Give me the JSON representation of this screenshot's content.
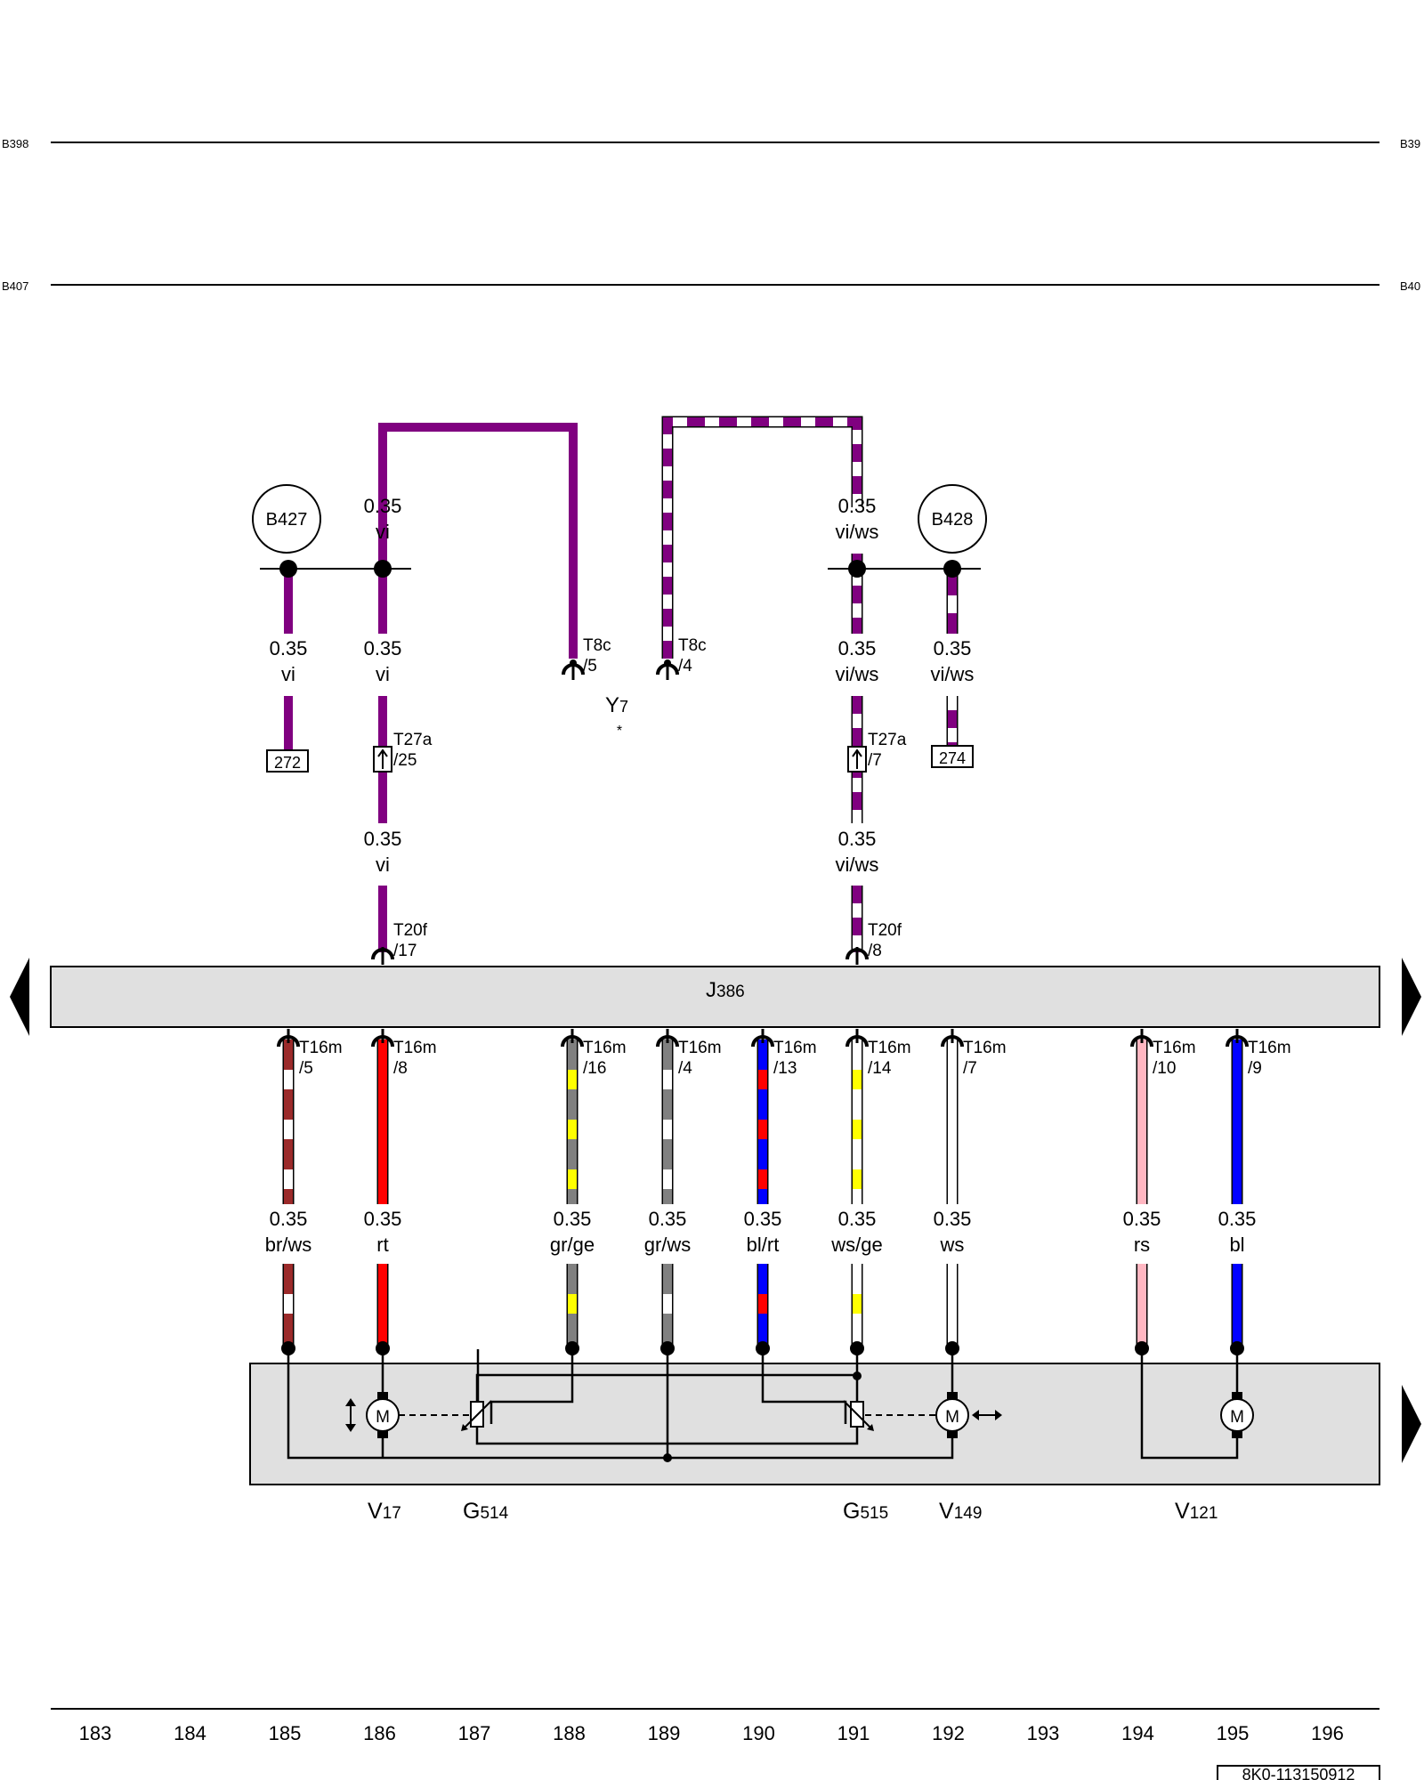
{
  "page": {
    "doc_code": "8K0-113150912",
    "current_paths": [
      "183",
      "184",
      "185",
      "186",
      "187",
      "188",
      "189",
      "190",
      "191",
      "192",
      "193",
      "194",
      "195",
      "196"
    ]
  },
  "buses": {
    "top_left": "B398",
    "top_right": "B39",
    "second_left": "B407",
    "second_right": "B40"
  },
  "splices": {
    "left": "B427",
    "right": "B428"
  },
  "control_unit": {
    "id": "J",
    "num": "386"
  },
  "component_y7": {
    "id": "Y",
    "num": "7",
    "note": "*"
  },
  "wire_colors": {
    "vi": "#800080",
    "ws": "#ffffff",
    "br": "#9b2a2a",
    "rt": "#ff0000",
    "gr": "#808080",
    "ge": "#ffff00",
    "bl": "#0000ff",
    "rs": "#ffb6c1",
    "housing": "#e0e0e0"
  },
  "upper_wires": {
    "w_top_left": {
      "size": "0.35",
      "color": "vi"
    },
    "w_top_right": {
      "size": "0.35",
      "color": "vi/ws"
    },
    "w_b427_left": {
      "size": "0.35",
      "color": "vi"
    },
    "w_b427_right": {
      "size": "0.35",
      "color": "vi"
    },
    "w_b428_left": {
      "size": "0.35",
      "color": "vi/ws"
    },
    "w_b428_right": {
      "size": "0.35",
      "color": "vi/ws"
    },
    "w_lower_left": {
      "size": "0.35",
      "color": "vi"
    },
    "w_lower_right": {
      "size": "0.35",
      "color": "vi/ws"
    }
  },
  "connectors": {
    "t8c_5": {
      "name": "T8c",
      "pin": "/5"
    },
    "t8c_4": {
      "name": "T8c",
      "pin": "/4"
    },
    "t27a_25": {
      "name": "T27a",
      "pin": "/25"
    },
    "t27a_7": {
      "name": "T27a",
      "pin": "/7"
    },
    "t20f_17": {
      "name": "T20f",
      "pin": "/17"
    },
    "t20f_8": {
      "name": "T20f",
      "pin": "/8"
    }
  },
  "refs": {
    "left": "272",
    "right": "274"
  },
  "lower_wires": [
    {
      "conn": "T16m",
      "pin": "/5",
      "size": "0.35",
      "color": "br/ws"
    },
    {
      "conn": "T16m",
      "pin": "/8",
      "size": "0.35",
      "color": "rt"
    },
    {
      "conn": "T16m",
      "pin": "/16",
      "size": "0.35",
      "color": "gr/ge"
    },
    {
      "conn": "T16m",
      "pin": "/4",
      "size": "0.35",
      "color": "gr/ws"
    },
    {
      "conn": "T16m",
      "pin": "/13",
      "size": "0.35",
      "color": "bl/rt"
    },
    {
      "conn": "T16m",
      "pin": "/14",
      "size": "0.35",
      "color": "ws/ge"
    },
    {
      "conn": "T16m",
      "pin": "/7",
      "size": "0.35",
      "color": "ws"
    },
    {
      "conn": "T16m",
      "pin": "/10",
      "size": "0.35",
      "color": "rs"
    },
    {
      "conn": "T16m",
      "pin": "/9",
      "size": "0.35",
      "color": "bl"
    }
  ],
  "motor_symbol": "M",
  "components": [
    {
      "id": "V",
      "num": "17"
    },
    {
      "id": "G",
      "num": "514"
    },
    {
      "id": "G",
      "num": "515"
    },
    {
      "id": "V",
      "num": "149"
    },
    {
      "id": "V",
      "num": "121"
    }
  ]
}
